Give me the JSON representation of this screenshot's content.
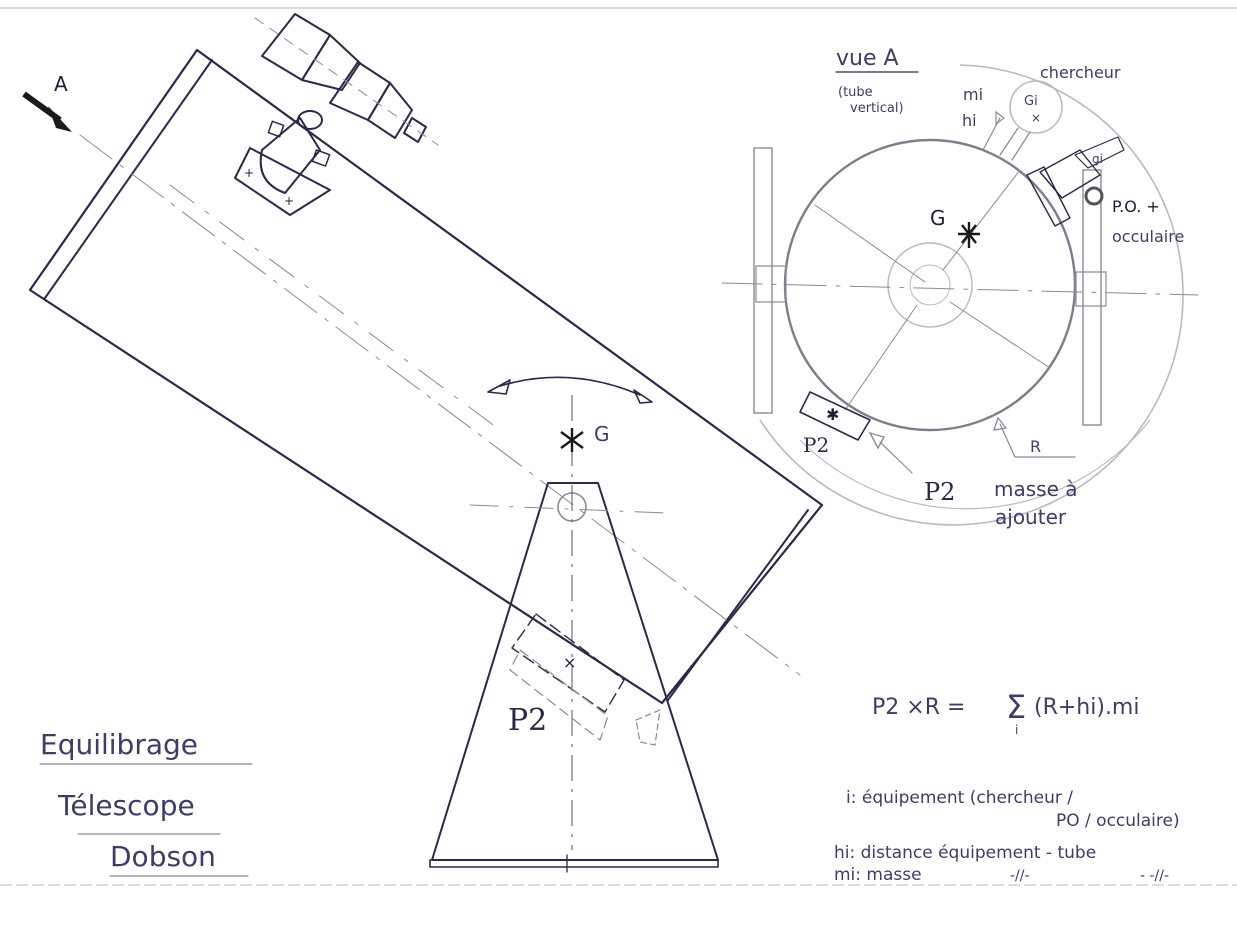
{
  "document": {
    "type": "hand-drawn technical sketch",
    "colors": {
      "ink": "#2a2a48",
      "pencil": "#8a8a98",
      "paper": "#ffffff",
      "arrow": "#1a1a1a"
    }
  },
  "main_view": {
    "view_arrow_label": "A",
    "center_of_gravity_label": "G",
    "counterweight_label": "P2",
    "rotation_arrow": "double-headed arc"
  },
  "side_view": {
    "title": "vue A",
    "subtitle_line1": "(tube",
    "subtitle_line2": "vertical)",
    "finder_label": "chercheur",
    "finder_cg_label": "Gi",
    "mass_label": "mi",
    "height_label": "hi",
    "focuser_cg_label": "gi",
    "focuser_label_line1": "P.O. +",
    "focuser_label_line2": "occulaire",
    "cg_label": "G",
    "counterweight_label": "P2",
    "radius_label": "R",
    "callout_symbol": "P2",
    "callout_line1": "masse à",
    "callout_line2": "ajouter"
  },
  "title_block": {
    "line1": "Equilibrage",
    "line2": "Télescope",
    "line3": "Dobson"
  },
  "formula": {
    "lhs": "P2 ×R =",
    "sigma": "Σ",
    "sigma_index": "i",
    "rhs": "(R+hi).mi"
  },
  "legend": [
    {
      "line1": "i: équipement (chercheur /",
      "line2": "PO / occulaire)"
    },
    {
      "line1": "hi: distance équipement - tube"
    },
    {
      "line1": "mi: masse",
      "ditto1": "-//-",
      "ditto2": "- -//-"
    }
  ]
}
